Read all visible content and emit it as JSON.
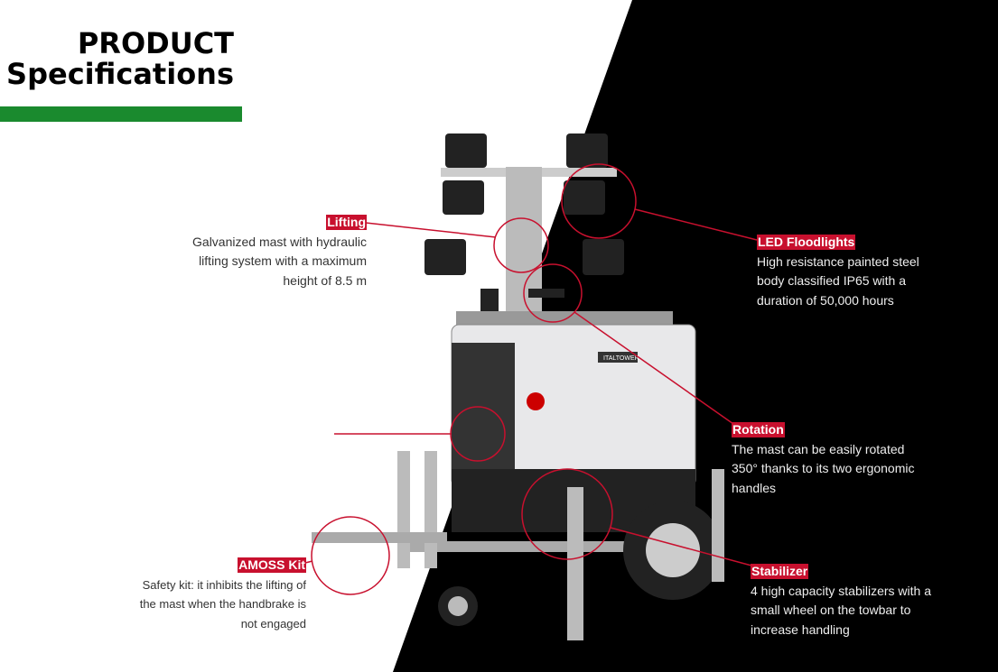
{
  "header": {
    "line1": "PRODUCT",
    "line2": "Specifications"
  },
  "colors": {
    "accent_red": "#c8102e",
    "green_bar": "#1a8a2e",
    "dark_bg": "#000000"
  },
  "callouts": {
    "lifting": {
      "label": "Lifting",
      "desc": "Galvanized mast with hydraulic lifting system with a maximum height of 8.5 m"
    },
    "led": {
      "label": "LED Floodlights",
      "desc": "High resistance painted steel body classified IP65 with a duration of 50,000 hours"
    },
    "rotation": {
      "label": "Rotation",
      "desc": "The mast can be easily rotated 350° thanks to its two ergonomic handles"
    },
    "stabilizer": {
      "label": "Stabilizer",
      "desc": "4 high capacity stabilizers with a small wheel on the towbar to increase handling"
    },
    "amoss": {
      "label": "AMOSS Kit",
      "desc": "Safety kit: it inhibits the lifting of the mast when the handbrake is not engaged"
    }
  },
  "product": {
    "brand": "ITALTOWER"
  }
}
